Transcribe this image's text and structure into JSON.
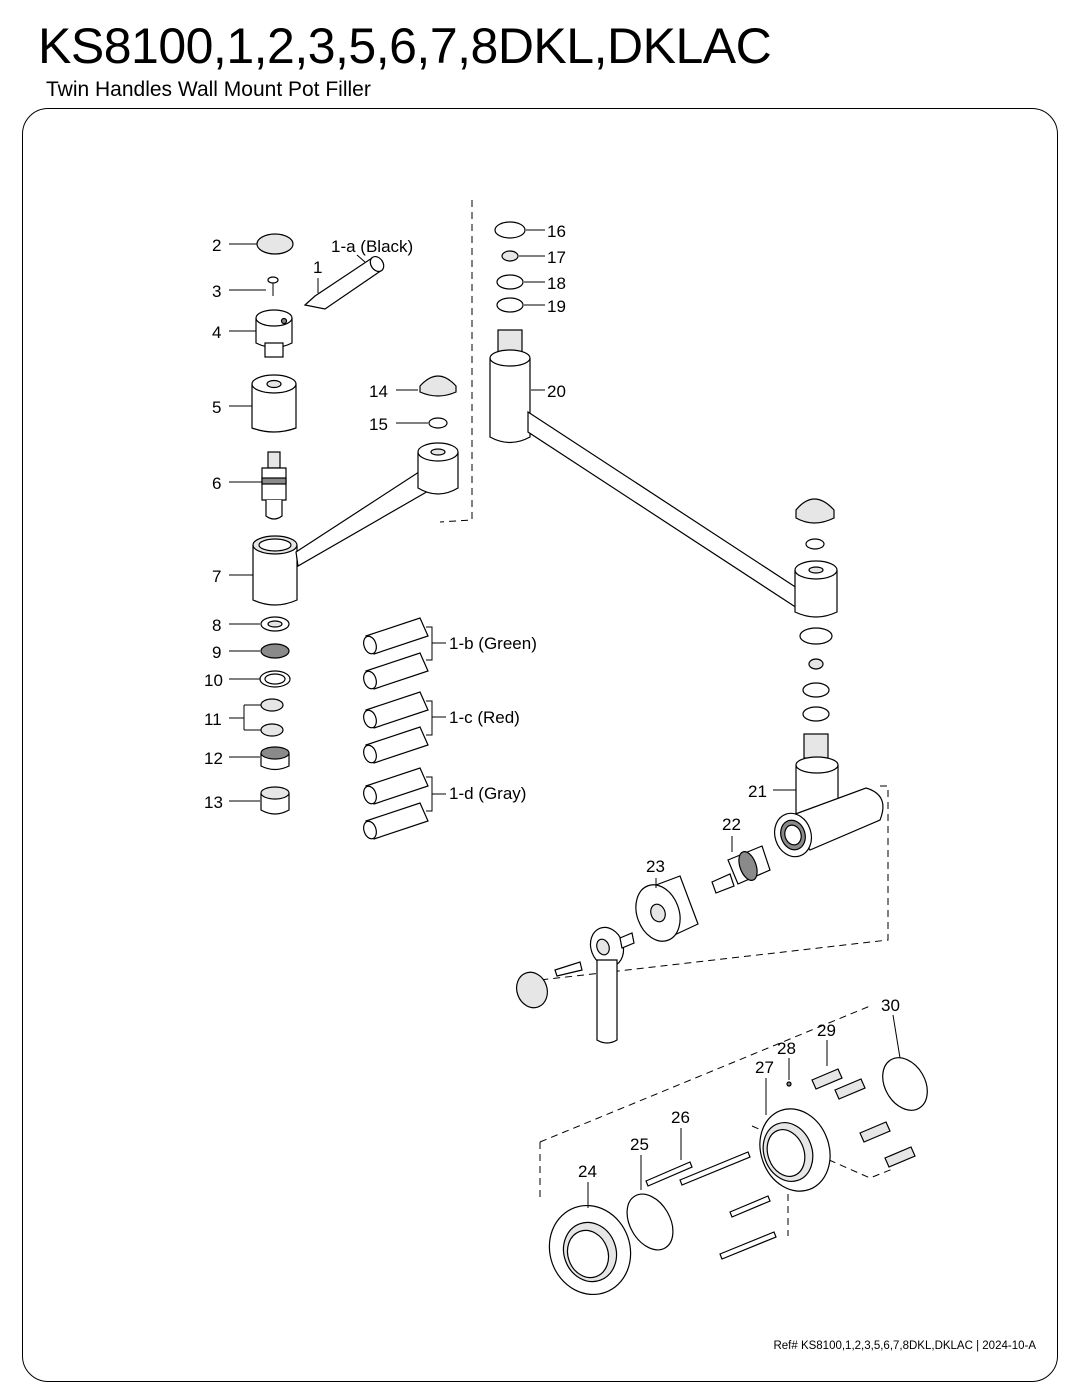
{
  "header": {
    "title": "KS8100,1,2,3,5,6,7,8DKL,DKLAC",
    "subtitle": "Twin Handles Wall Mount Pot Filler"
  },
  "footer": {
    "ref": "Ref# KS8100,1,2,3,5,6,7,8DKL,DKLAC | 2024-10-A"
  },
  "callouts": [
    {
      "id": "c2",
      "text": "2"
    },
    {
      "id": "c3",
      "text": "3"
    },
    {
      "id": "c1",
      "text": "1"
    },
    {
      "id": "c1a",
      "text": "1-a (Black)"
    },
    {
      "id": "c4",
      "text": "4"
    },
    {
      "id": "c5",
      "text": "5"
    },
    {
      "id": "c6",
      "text": "6"
    },
    {
      "id": "c7",
      "text": "7"
    },
    {
      "id": "c8",
      "text": "8"
    },
    {
      "id": "c9",
      "text": "9"
    },
    {
      "id": "c10",
      "text": "10"
    },
    {
      "id": "c11",
      "text": "11"
    },
    {
      "id": "c12",
      "text": "12"
    },
    {
      "id": "c13",
      "text": "13"
    },
    {
      "id": "c14",
      "text": "14"
    },
    {
      "id": "c15",
      "text": "15"
    },
    {
      "id": "c16",
      "text": "16"
    },
    {
      "id": "c17",
      "text": "17"
    },
    {
      "id": "c18",
      "text": "18"
    },
    {
      "id": "c19",
      "text": "19"
    },
    {
      "id": "c20",
      "text": "20"
    },
    {
      "id": "c21",
      "text": "21"
    },
    {
      "id": "c22",
      "text": "22"
    },
    {
      "id": "c23",
      "text": "23"
    },
    {
      "id": "c24",
      "text": "24"
    },
    {
      "id": "c25",
      "text": "25"
    },
    {
      "id": "c26",
      "text": "26"
    },
    {
      "id": "c27",
      "text": "27"
    },
    {
      "id": "c28",
      "text": "28"
    },
    {
      "id": "c29",
      "text": "29"
    },
    {
      "id": "c30",
      "text": "30"
    },
    {
      "id": "c1b",
      "text": "1-b (Green)"
    },
    {
      "id": "c1c",
      "text": "1-c (Red)"
    },
    {
      "id": "c1d",
      "text": "1-d (Gray)"
    }
  ]
}
